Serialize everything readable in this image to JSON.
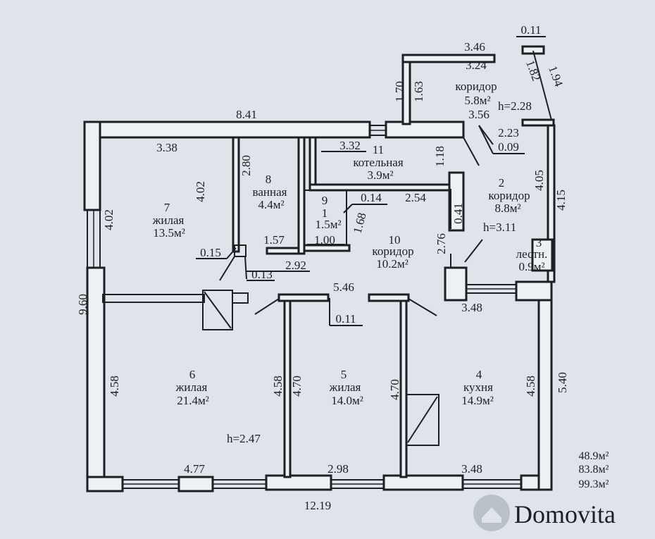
{
  "rooms": [
    {
      "num": "1",
      "name": "",
      "area": "1.5м²"
    },
    {
      "num": "2",
      "name": "коридор",
      "area": "8.8м²"
    },
    {
      "num": "3",
      "name": "лестн.",
      "area": "0.9м²"
    },
    {
      "num": "4",
      "name": "кухня",
      "area": "14.9м²"
    },
    {
      "num": "5",
      "name": "жилая",
      "area": "14.0м²"
    },
    {
      "num": "6",
      "name": "жилая",
      "area": "21.4м²"
    },
    {
      "num": "7",
      "name": "жилая",
      "area": "13.5м²"
    },
    {
      "num": "8",
      "name": "ванная",
      "area": "4.4м²"
    },
    {
      "num": "9",
      "name": "",
      "area": ""
    },
    {
      "num": "10",
      "name": "коридор",
      "area": "10.2м²"
    },
    {
      "num": "11",
      "name": "котельная",
      "area": "3.9м²"
    },
    {
      "num": "",
      "name": "коридор",
      "area": "5.8м²"
    }
  ],
  "heights": [
    "h=2.28",
    "h=3.11",
    "h=2.47"
  ],
  "dimensions": [
    "8.41",
    "3.46",
    "0.11",
    "3.24",
    "1.70",
    "1.63",
    "1.82",
    "1.94",
    "3.56",
    "2.23",
    "0.09",
    "3.38",
    "2.80",
    "3.32",
    "1.18",
    "4.02",
    "4.02",
    "0.14",
    "2.54",
    "1.68",
    "0.41",
    "4.05",
    "4.15",
    "2.76",
    "1.57",
    "1.00",
    "0.15",
    "0.13",
    "2.92",
    "9.60",
    "5.46",
    "0.11",
    "3.48",
    "4.58",
    "4.58",
    "4.70",
    "4.70",
    "4.58",
    "5.40",
    "4.77",
    "2.98",
    "3.48",
    "12.19"
  ],
  "totals": [
    "48.9м²",
    "83.8м²",
    "99.3м²"
  ],
  "watermark": "Domovita"
}
